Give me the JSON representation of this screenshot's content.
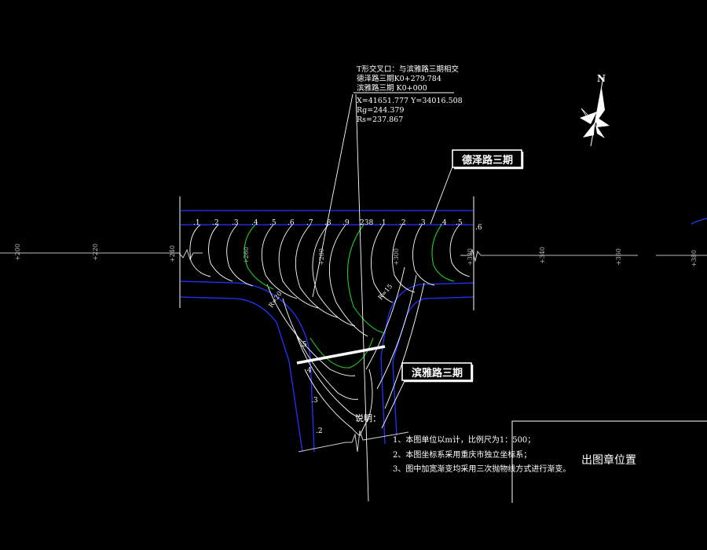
{
  "colors": {
    "background": "#000000",
    "road_edge": "#2233ff",
    "contour": "#ffffff",
    "contour_highlight": "#22cc22",
    "centerline": "#cccccc"
  },
  "intersection_note": {
    "line1": "T形交叉口：与滨雅路三期相交",
    "line2": "德泽路三期K0+279.784",
    "line3": "滨雅路三期 K0+000",
    "line4": "X=41651.777  Y=34016.508",
    "line5": "Rg=244.379",
    "line6": "Rs=237.867"
  },
  "road_labels": {
    "main_road": "德泽路三期",
    "branch_road": "滨雅路三期"
  },
  "north_arrow": {
    "label": "N",
    "icon": "north-arrow-icon"
  },
  "stations": [
    "+200",
    "+220",
    "+240",
    "+260",
    "+280",
    "+300",
    "+320",
    "+340",
    "+360",
    "+380"
  ],
  "top_elevations": [
    ".1",
    ".2",
    ".3",
    ".4",
    ".5",
    ".6",
    ".7",
    ".8",
    ".9",
    "238",
    ".1",
    ".2",
    ".3",
    ".4",
    ".5",
    ".6"
  ],
  "branch_elevations": [
    ".5",
    ".4",
    ".3",
    ".2"
  ],
  "curve_radii": {
    "left": "R=20",
    "right": "R=15"
  },
  "notes": {
    "title": "说明：",
    "items": [
      "1、本图单位以m计，比例尺为1：500；",
      "2、本图坐标系采用重庆市独立坐标系；",
      "3、图中加宽渐变均采用三次抛物线方式进行渐变。"
    ]
  },
  "stamp_area": {
    "label": "出图章位置"
  }
}
